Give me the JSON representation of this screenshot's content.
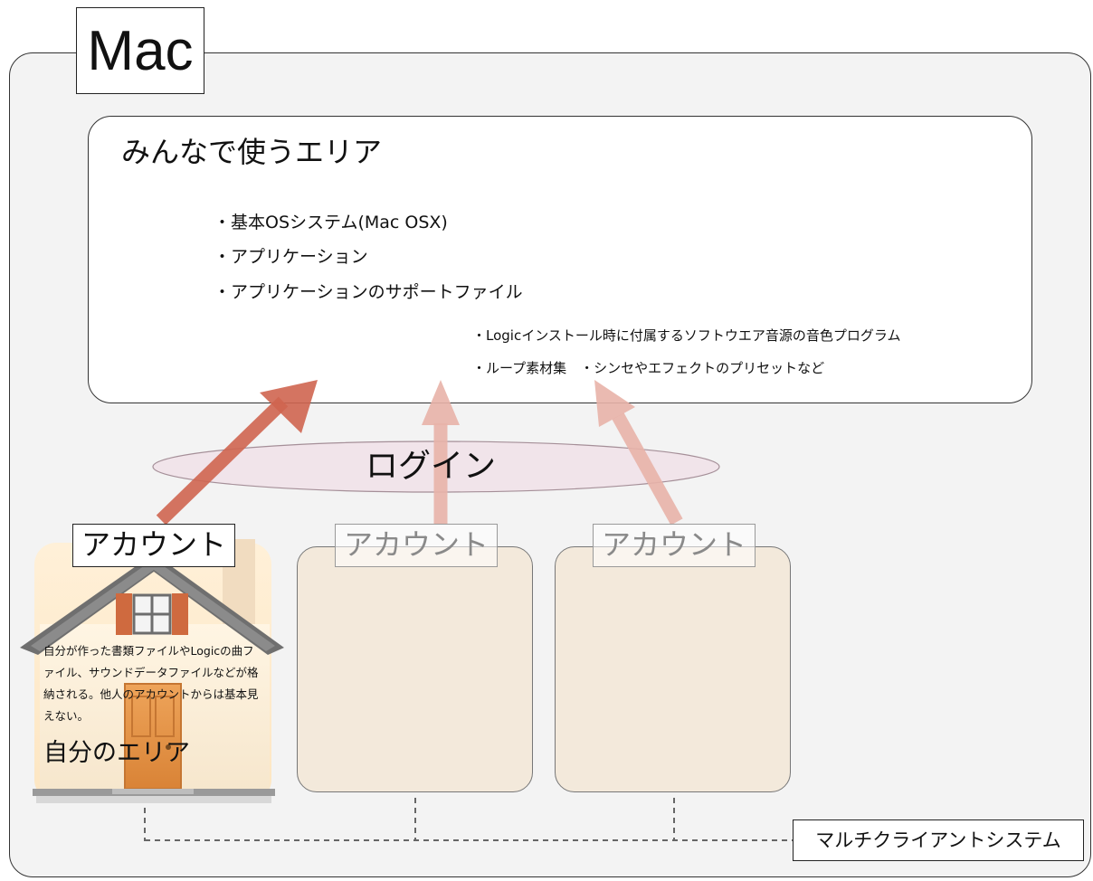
{
  "mac_label": "Mac",
  "shared_area": {
    "title": "みんなで使うエリア",
    "items": [
      "・基本OSシステム(Mac OSX)",
      "・アプリケーション",
      "・アプリケーションのサポートファイル"
    ],
    "subitems": [
      "・Logicインストール時に付属するソフトウエア音源の音色プログラム",
      "・ループ素材集　・シンセやエフェクトのプリセットなど"
    ]
  },
  "login_label": "ログイン",
  "accounts": [
    {
      "label": "アカウント",
      "active": true
    },
    {
      "label": "アカウント",
      "active": false
    },
    {
      "label": "アカウント",
      "active": false
    }
  ],
  "my_area": {
    "description": "自分が作った書類ファイルやLogicの曲ファイル、サウンドデータファイルなどが格納される。他人のアカウントからは基本見えない。",
    "label": "自分のエリア"
  },
  "multi_client_label": "マルチクライアントシステム",
  "colors": {
    "arrow_active": "#cf6550",
    "arrow_faded": "#e8b2a8",
    "panel_fill": "#f3e9db",
    "login_ellipse_fill": "#f1e4ea",
    "frame_fill": "#f3f3f3"
  }
}
